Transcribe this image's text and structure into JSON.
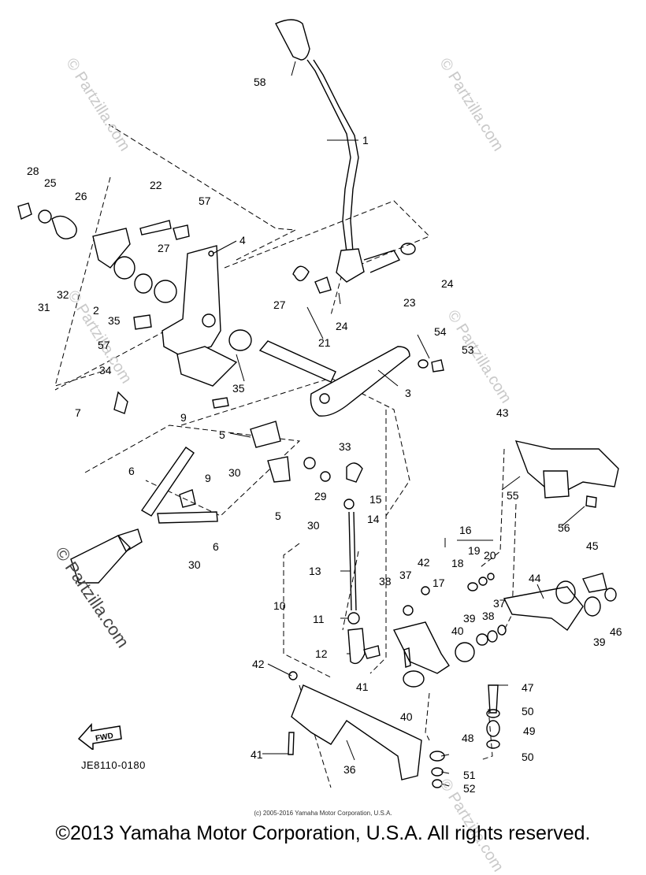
{
  "labels": {
    "n58": "58",
    "n1": "1",
    "n28": "28",
    "n25": "25",
    "n26": "26",
    "n22": "22",
    "n57a": "57",
    "n4": "4",
    "n27a": "27",
    "n2": "2",
    "n35a": "35",
    "n31": "31",
    "n32": "32",
    "n57b": "57",
    "n21": "21",
    "n27b": "27",
    "n24a": "24",
    "n23": "23",
    "n24b": "24",
    "n54": "54",
    "n53": "53",
    "n3": "3",
    "n35b": "35",
    "n34": "34",
    "n7": "7",
    "n9a": "9",
    "n5a": "5",
    "n33": "33",
    "n6a": "6",
    "n30a": "30",
    "n9b": "9",
    "n29": "29",
    "n15": "15",
    "n5b": "5",
    "n14": "14",
    "n30b": "30",
    "n6b": "6",
    "n30c": "30",
    "n43": "43",
    "n55": "55",
    "n56": "56",
    "n16": "16",
    "n45": "45",
    "n19": "19",
    "n20": "20",
    "n13": "13",
    "n42a": "42",
    "n18": "18",
    "n38a": "38",
    "n37a": "37",
    "n17": "17",
    "n44": "44",
    "n10": "10",
    "n11": "11",
    "n37b": "37",
    "n39a": "39",
    "n38b": "38",
    "n40a": "40",
    "n46": "46",
    "n39b": "39",
    "n12": "12",
    "n41a": "41",
    "n42b": "42",
    "n40b": "40",
    "n47": "47",
    "n50a": "50",
    "n49": "49",
    "n48": "48",
    "n50b": "50",
    "n41b": "41",
    "n36": "36",
    "n51": "51",
    "n52": "52"
  },
  "diagram_code": "JE8110-0180",
  "fwd_label": "FWD",
  "small_copyright": "(c) 2005-2016 Yamaha Motor Corporation, U.S.A.",
  "copyright": "©2013 Yamaha Motor Corporation, U.S.A. All rights reserved.",
  "watermark": "© Partzilla.com",
  "watermark_dark": "© Partzilla.com",
  "colors": {
    "ink": "#000000",
    "watermark": "#c9c9c9",
    "background": "#ffffff"
  }
}
